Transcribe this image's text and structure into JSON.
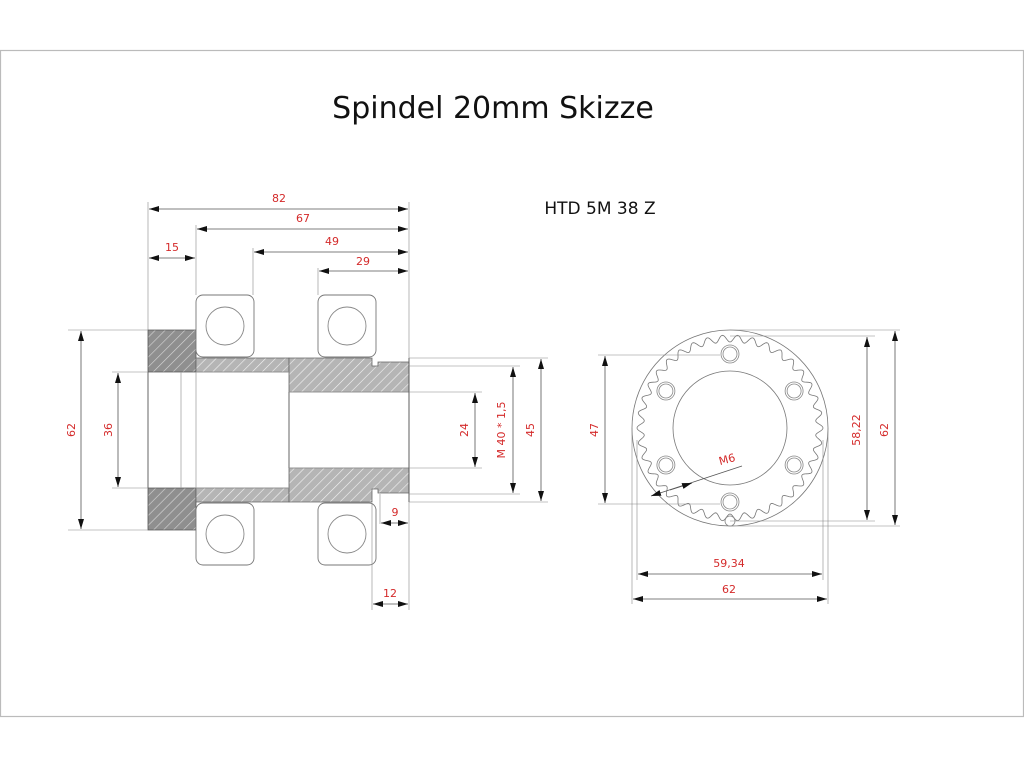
{
  "drawing": {
    "title": "Spindel 20mm Skizze",
    "subtitle": "HTD 5M 38 Z",
    "accent_color": "#d42a2a"
  },
  "side_view": {
    "dimensions": {
      "overall_length": "82",
      "length_67": "67",
      "length_49": "49",
      "length_29": "29",
      "flange_width": "15",
      "outer_diameter": "62",
      "inner_bore": "36",
      "bore_24": "24",
      "thread": "M 40 * 1,5",
      "diameter_45": "45",
      "groove_9": "9",
      "offset_12": "12"
    }
  },
  "front_view": {
    "dimensions": {
      "hole_spacing": "47",
      "pitch_diameter": "58,22",
      "outer_diameter_v": "62",
      "width_59": "59,34",
      "outer_diameter_h": "62",
      "hole_thread": "M6"
    },
    "teeth": 38,
    "bolt_holes": 6
  }
}
